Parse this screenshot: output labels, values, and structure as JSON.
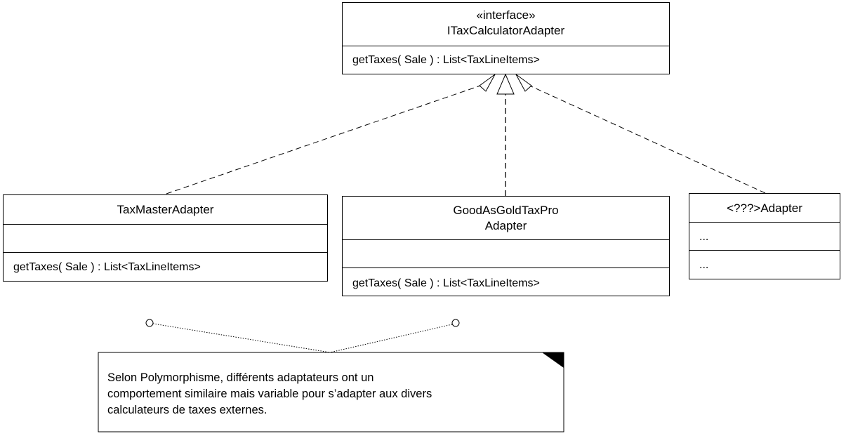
{
  "interface": {
    "stereotype": "«interface»",
    "name": "ITaxCalculatorAdapter",
    "operation": "getTaxes( Sale ) : List<TaxLineItems>"
  },
  "classes": [
    {
      "name": "TaxMasterAdapter",
      "attributes": "",
      "operation": "getTaxes( Sale ) : List<TaxLineItems>"
    },
    {
      "name_line1": "GoodAsGoldTaxPro",
      "name_line2": "Adapter",
      "attributes": "",
      "operation": "getTaxes( Sale ) : List<TaxLineItems>"
    },
    {
      "name": "<???>Adapter",
      "attributes": "...",
      "operation": "..."
    }
  ],
  "note": {
    "line1": "Selon Polymorphisme, différents adaptateurs ont un",
    "line2": "comportement similaire mais variable pour s’adapter aux divers",
    "line3": "calculateurs de taxes externes."
  }
}
